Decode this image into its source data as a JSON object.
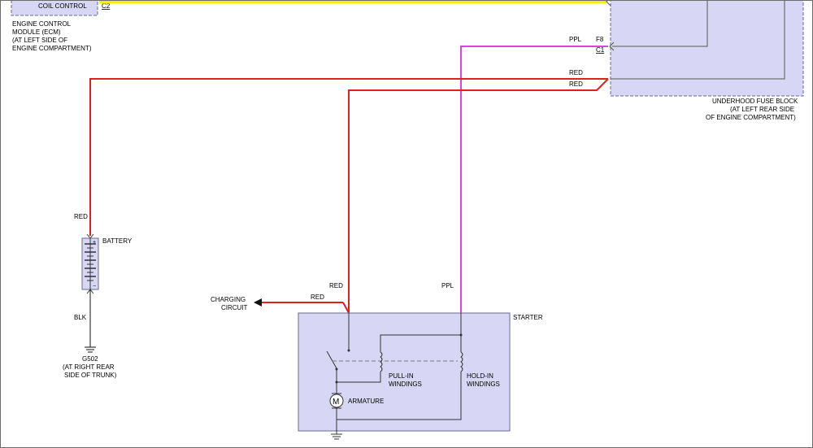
{
  "colors": {
    "wire_yellow": "#f2f200",
    "wire_red": "#e0201c",
    "wire_purple": "#dd44dd",
    "component_fill": "#d7d7f5",
    "component_border": "#6a6a8a"
  },
  "ecm": {
    "label_coil_control": "COIL CONTROL",
    "connector": "C2",
    "name": "ENGINE CONTROL",
    "name2": "MODULE (ECM)",
    "loc1": "(AT LEFT SIDE OF",
    "loc2": "ENGINE COMPARTMENT)"
  },
  "fuse_block": {
    "name": "UNDERHOOD FUSE BLOCK",
    "loc1": "(AT LEFT REAR SIDE",
    "loc2": "OF ENGINE COMPARTMENT)",
    "pin": "F8",
    "connector": "C1"
  },
  "wires": {
    "ppl_top": "PPL",
    "red_upper": "RED",
    "red_lower": "RED",
    "red_battery": "RED",
    "blk_battery": "BLK",
    "red_starter": "RED",
    "ppl_starter": "PPL",
    "red_charging": "RED"
  },
  "battery": {
    "label": "BATTERY",
    "plus": "+",
    "minus": "−"
  },
  "ground": {
    "name": "G502",
    "loc1": "(AT RIGHT REAR",
    "loc2": "SIDE OF TRUNK)"
  },
  "charging": {
    "line1": "CHARGING",
    "line2": "CIRCUIT"
  },
  "starter": {
    "label": "STARTER",
    "pullin1": "PULL-IN",
    "pullin2": "WINDINGS",
    "holdin1": "HOLD-IN",
    "holdin2": "WINDINGS",
    "armature": "ARMATURE",
    "motor_symbol": "M"
  }
}
